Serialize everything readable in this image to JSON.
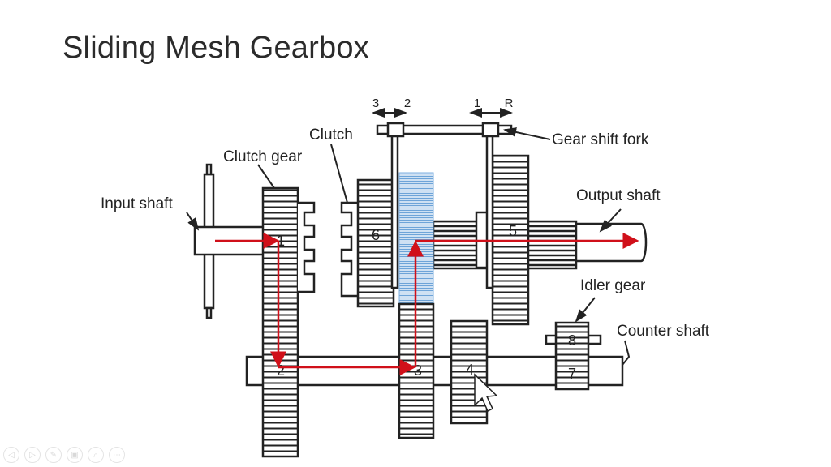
{
  "slide": {
    "title": "Sliding Mesh Gearbox"
  },
  "diagram": {
    "labels": {
      "input_shaft": "Input shaft",
      "clutch_gear": "Clutch gear",
      "clutch": "Clutch",
      "gear_shift_fork": "Gear shift fork",
      "output_shaft": "Output shaft",
      "idler_gear": "Idler gear",
      "counter_shaft": "Counter shaft",
      "shift_left_a": "3",
      "shift_left_b": "2",
      "shift_right_a": "1",
      "shift_right_b": "R"
    },
    "gear_numbers": [
      "1",
      "2",
      "3",
      "4",
      "5",
      "6",
      "7",
      "8"
    ],
    "highlighted_gear_color": "#9cc3e6",
    "power_flow_color": "#d0101a"
  },
  "controls": [
    {
      "icon": "previous-icon",
      "glyph": "◁"
    },
    {
      "icon": "next-icon",
      "glyph": "▷"
    },
    {
      "icon": "pen-icon",
      "glyph": "✎"
    },
    {
      "icon": "slides-icon",
      "glyph": "▣"
    },
    {
      "icon": "zoom-icon",
      "glyph": "⌕"
    },
    {
      "icon": "more-icon",
      "glyph": "⋯"
    }
  ]
}
